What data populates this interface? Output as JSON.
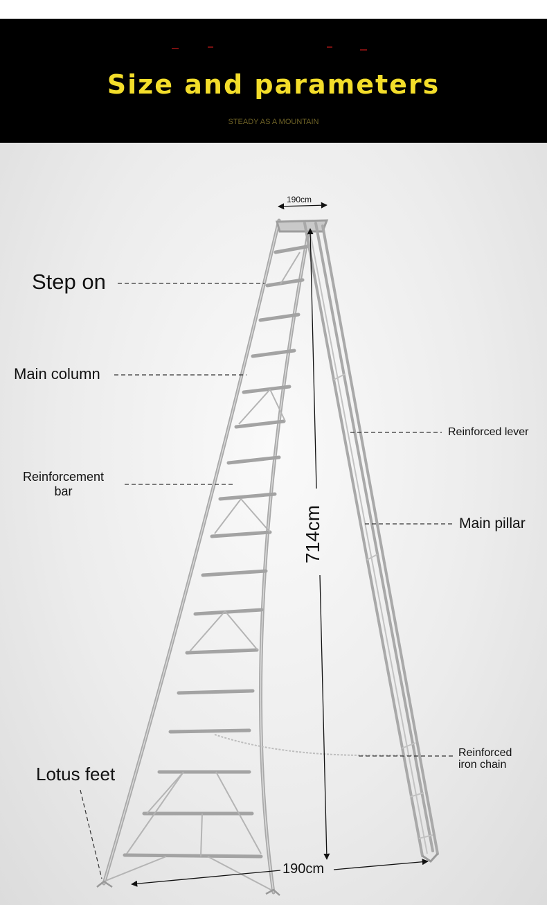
{
  "header": {
    "title": "Size and parameters",
    "subtitle": "STEADY AS A MOUNTAIN"
  },
  "dimensions": {
    "top_width": "190cm",
    "height": "714cm",
    "base_width": "190cm"
  },
  "labels": {
    "step_on": "Step on",
    "main_column": "Main column",
    "reinforcement_bar_line1": "Reinforcement",
    "reinforcement_bar_line2": "bar",
    "lotus_feet": "Lotus feet",
    "reinforced_lever": "Reinforced lever",
    "main_pillar": "Main pillar",
    "reinforced_iron_chain_line1": "Reinforced",
    "reinforced_iron_chain_line2": "iron chain"
  },
  "colors": {
    "banner_bg": "#000000",
    "title": "#f3dd2a",
    "subtitle": "#6e6226",
    "ladder": "#a9a9a9"
  }
}
